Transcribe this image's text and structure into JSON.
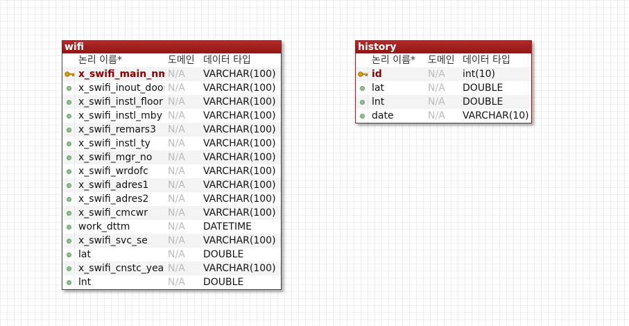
{
  "header": {
    "logical_name": "논리 이름*",
    "domain": "도메인",
    "data_type": "데이터 타입"
  },
  "entities": [
    {
      "title": "wifi",
      "columns": [
        {
          "name": "x_swifi_main_nm",
          "domain": "N/A",
          "type": "VARCHAR(100)",
          "pk": true
        },
        {
          "name": "x_swifi_inout_door",
          "domain": "N/A",
          "type": "VARCHAR(100)"
        },
        {
          "name": "x_swifi_instl_floor",
          "domain": "N/A",
          "type": "VARCHAR(100)"
        },
        {
          "name": "x_swifi_instl_mby",
          "domain": "N/A",
          "type": "VARCHAR(100)"
        },
        {
          "name": "x_swifi_remars3",
          "domain": "N/A",
          "type": "VARCHAR(100)"
        },
        {
          "name": "x_swifi_instl_ty",
          "domain": "N/A",
          "type": "VARCHAR(100)"
        },
        {
          "name": "x_swifi_mgr_no",
          "domain": "N/A",
          "type": "VARCHAR(100)"
        },
        {
          "name": "x_swifi_wrdofc",
          "domain": "N/A",
          "type": "VARCHAR(100)"
        },
        {
          "name": "x_swifi_adres1",
          "domain": "N/A",
          "type": "VARCHAR(100)"
        },
        {
          "name": "x_swifi_adres2",
          "domain": "N/A",
          "type": "VARCHAR(100)"
        },
        {
          "name": "x_swifi_cmcwr",
          "domain": "N/A",
          "type": "VARCHAR(100)"
        },
        {
          "name": "work_dttm",
          "domain": "N/A",
          "type": "DATETIME"
        },
        {
          "name": "x_swifi_svc_se",
          "domain": "N/A",
          "type": "VARCHAR(100)"
        },
        {
          "name": "lat",
          "domain": "N/A",
          "type": "DOUBLE"
        },
        {
          "name": "x_swifi_cnstc_year",
          "domain": "N/A",
          "type": "VARCHAR(100)"
        },
        {
          "name": "lnt",
          "domain": "N/A",
          "type": "DOUBLE"
        }
      ]
    },
    {
      "title": "history",
      "columns": [
        {
          "name": "id",
          "domain": "N/A",
          "type": "int(10)",
          "pk": true
        },
        {
          "name": "lat",
          "domain": "N/A",
          "type": "DOUBLE"
        },
        {
          "name": "lnt",
          "domain": "N/A",
          "type": "DOUBLE"
        },
        {
          "name": "date",
          "domain": "N/A",
          "type": "VARCHAR(10)"
        }
      ]
    }
  ],
  "colors": {
    "title_bar": "#9b1c1c",
    "pk_text": "#8b0000",
    "key_icon": "#d4a017",
    "dot": "#8fbf8f",
    "na_text": "#bbbbbb"
  }
}
